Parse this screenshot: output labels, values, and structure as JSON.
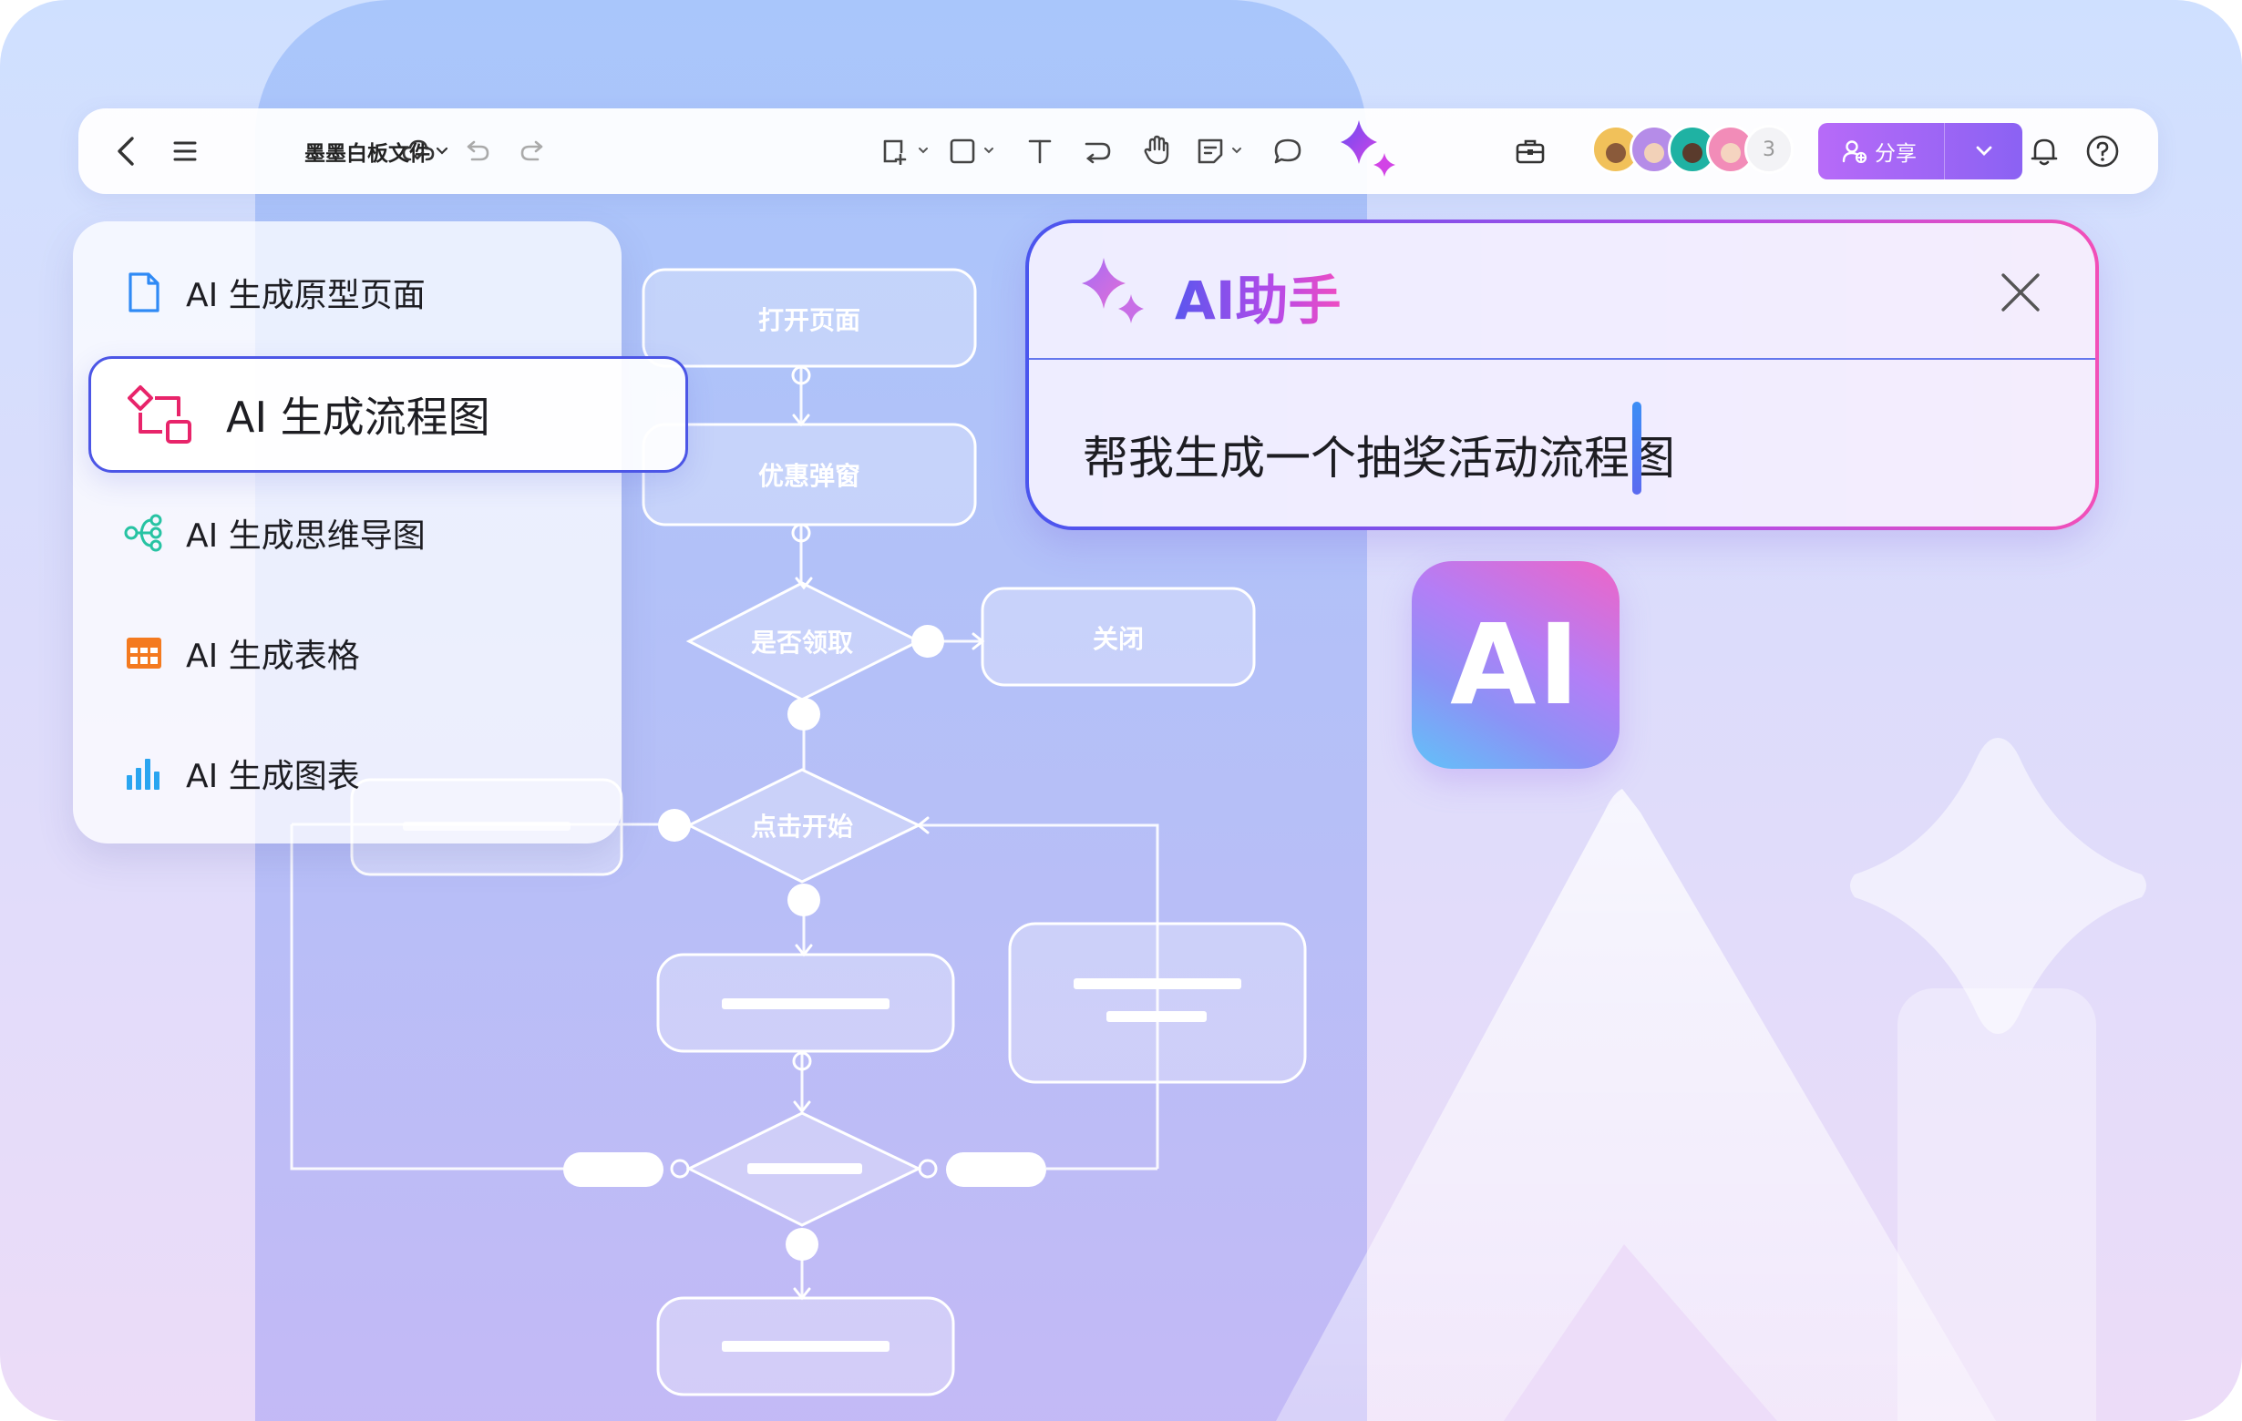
{
  "toolbar": {
    "file_name": "墨墨白板文件",
    "share_label": "分享",
    "collaborator_count": "3",
    "icons": [
      "back-icon",
      "menu-icon",
      "cloud-sync-icon",
      "undo-icon",
      "redo-icon",
      "frame-add-icon",
      "rectangle-icon",
      "text-icon",
      "connector-icon",
      "hand-icon",
      "sticky-note-icon",
      "comment-icon",
      "ai-sparkle-icon",
      "toolbox-icon",
      "notification-bell-icon",
      "help-icon"
    ]
  },
  "menu": {
    "items": [
      {
        "label": "AI 生成原型页面",
        "icon": "document-icon",
        "color": "#2f8af5"
      },
      {
        "label": "AI 生成流程图",
        "icon": "flowchart-icon",
        "color": "#e8246a",
        "active": true
      },
      {
        "label": "AI 生成思维导图",
        "icon": "mindmap-icon",
        "color": "#27c3a3"
      },
      {
        "label": "AI 生成表格",
        "icon": "table-icon",
        "color": "#f47a1f"
      },
      {
        "label": "AI 生成图表",
        "icon": "bar-chart-icon",
        "color": "#2aa5f0"
      }
    ]
  },
  "flowchart": {
    "nodes": [
      "打开页面",
      "优惠弹窗",
      "是否领取",
      "关闭",
      "点击开始"
    ]
  },
  "assistant": {
    "title": "AI助手",
    "input_text": "帮我生成一个抽奖活动流程图"
  },
  "badge": {
    "text": "AI"
  },
  "colors": {
    "accent": "#4c56e6",
    "share_start": "#b76af8",
    "share_end": "#8b62f3"
  }
}
